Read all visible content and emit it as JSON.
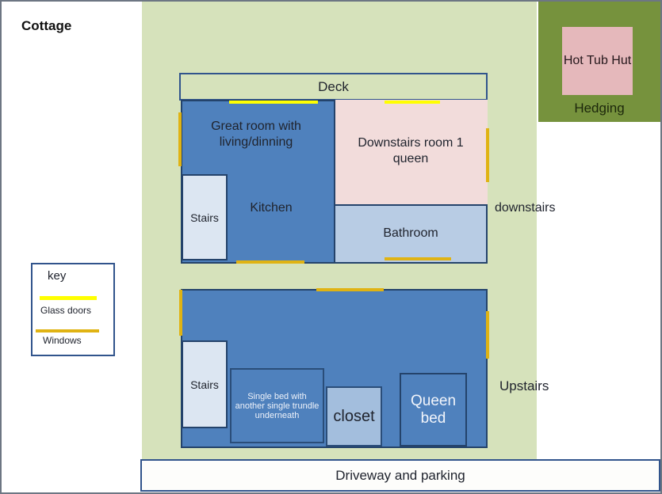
{
  "page": {
    "title": "Cottage"
  },
  "colors": {
    "lot_green": "#d6e2bb",
    "hedge_green": "#76923d",
    "hot_tub_pink": "#e5b8bb",
    "room_blue": "#4f81bd",
    "bathroom_blue": "#b8cce4",
    "stairs_pale_blue": "#dce6f2",
    "closet_blue": "#a3bedd",
    "downstairs_room_pink": "#f2dcdb",
    "glass_door_yellow": "#ffff00",
    "window_gold": "#e0b313",
    "border_navy": "#24436b"
  },
  "downstairs": {
    "deck": "Deck",
    "great_room": "Great room with living/dinning",
    "bedroom": "Downstairs room 1 queen",
    "kitchen": "Kitchen",
    "bathroom": "Bathroom",
    "stairs": "Stairs",
    "label": "downstairs"
  },
  "upstairs": {
    "stairs": "Stairs",
    "single_bed": "Single bed with another single trundle underneath",
    "closet": "closet",
    "queen_bed": "Queen bed",
    "label": "Upstairs"
  },
  "outside": {
    "hot_tub": "Hot Tub Hut",
    "hedging": "Hedging",
    "driveway": "Driveway and parking"
  },
  "key": {
    "title": "key",
    "glass_doors": "Glass doors",
    "windows": "Windows"
  }
}
